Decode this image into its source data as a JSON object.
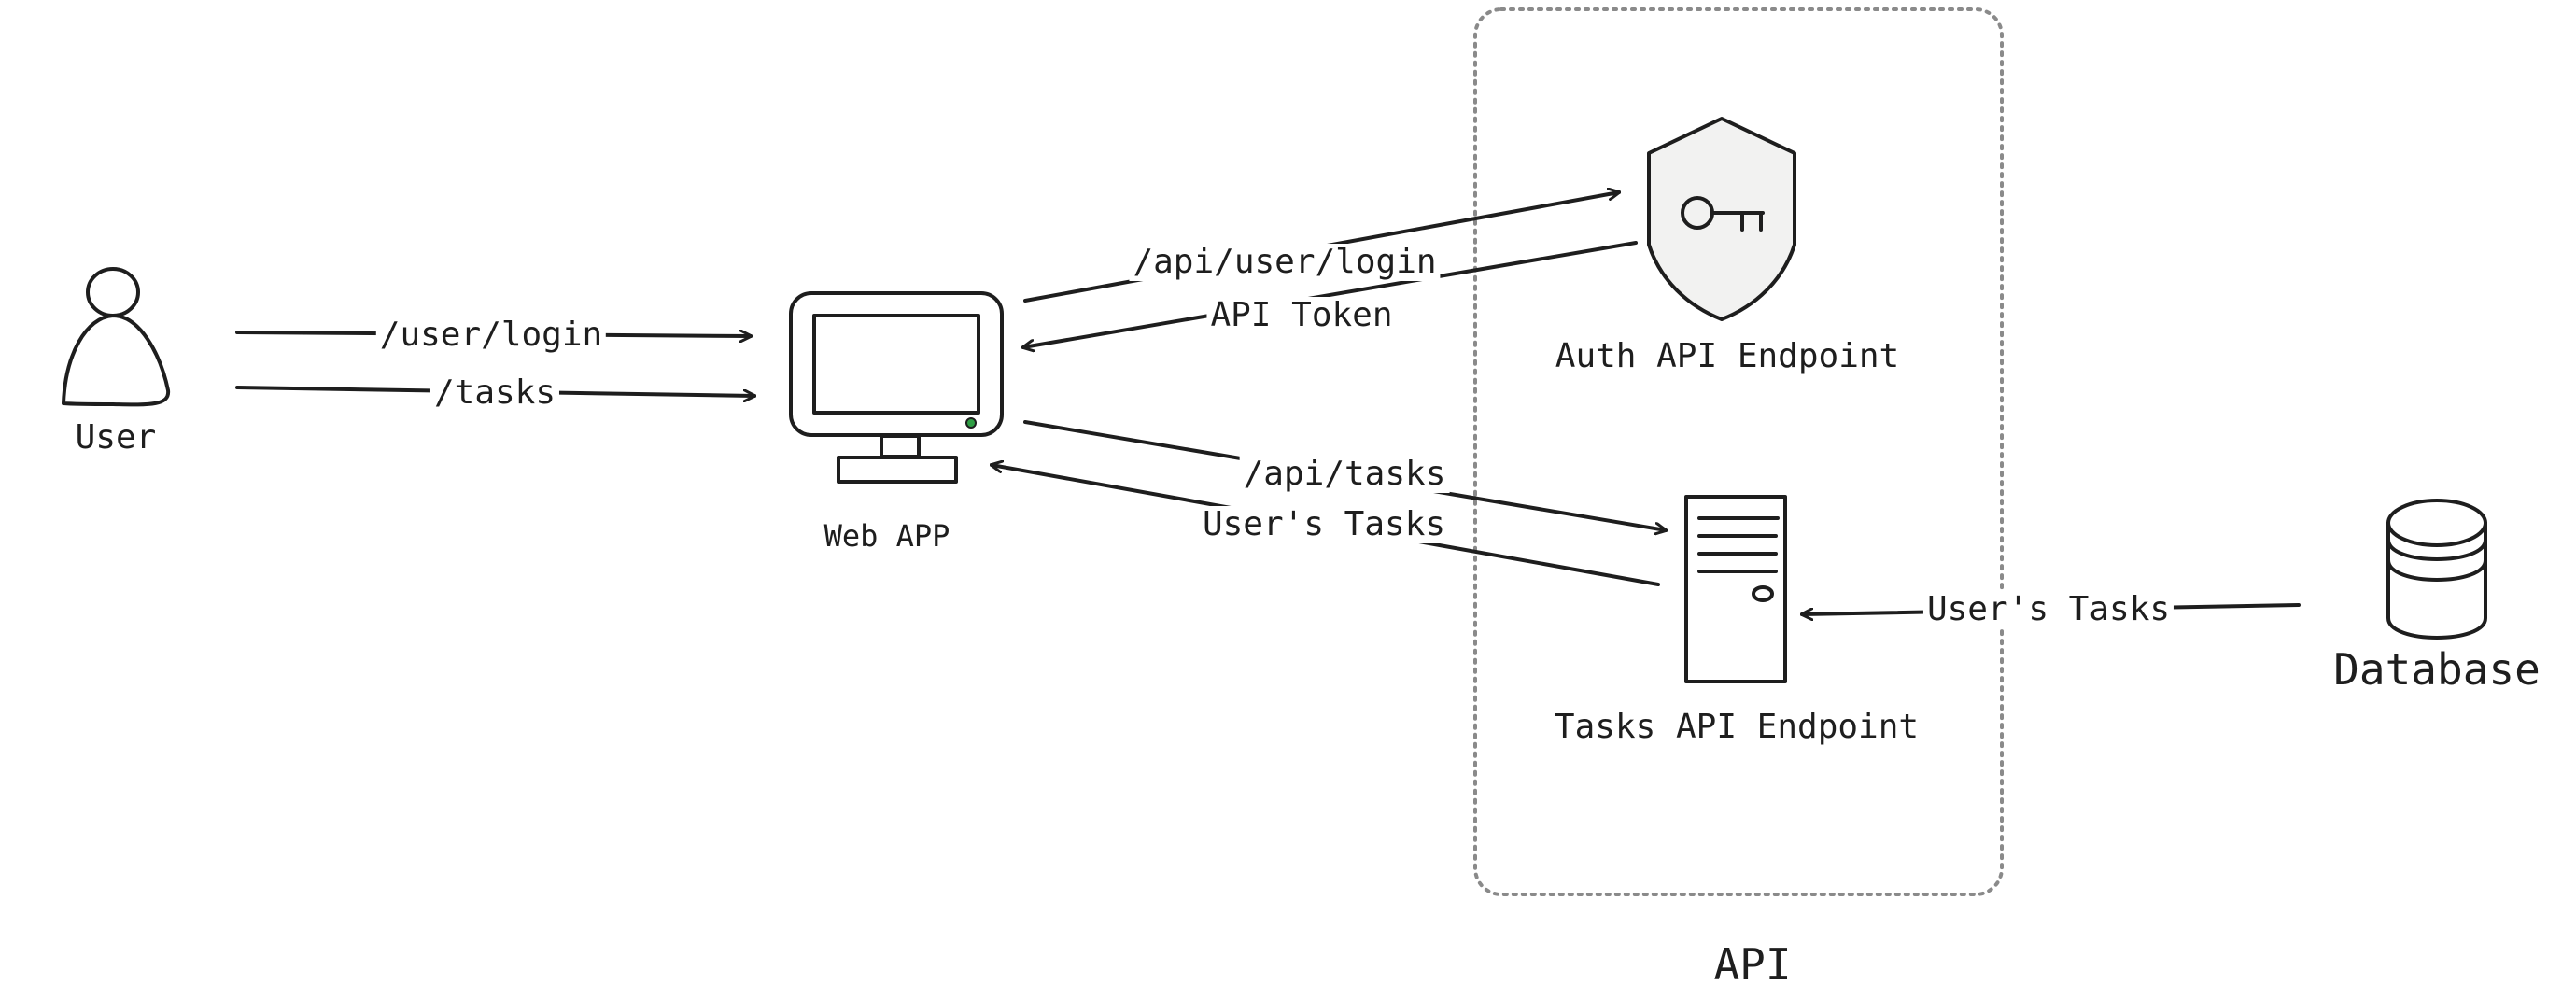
{
  "nodes": {
    "user": "User",
    "web_app": "Web APP",
    "auth_endpoint": "Auth API Endpoint",
    "tasks_endpoint": "Tasks API Endpoint",
    "database": "Database",
    "api_group": "API"
  },
  "edges": {
    "user_login": "/user/login",
    "user_tasks": "/tasks",
    "api_user_login": "/api/user/login",
    "api_token": "API Token",
    "api_tasks": "/api/tasks",
    "users_tasks_response": "User's Tasks",
    "db_users_tasks": "User's Tasks"
  },
  "icons": {
    "user": "person-icon",
    "web_app": "monitor-icon",
    "auth_endpoint": "shield-key-icon",
    "tasks_endpoint": "server-tower-icon",
    "database": "database-cylinder-icon"
  },
  "colors": {
    "stroke": "#1e1e1e",
    "shield_fill": "#f2f2f1",
    "group_border": "#8a8a8a",
    "monitor_led": "#2f9e44"
  }
}
